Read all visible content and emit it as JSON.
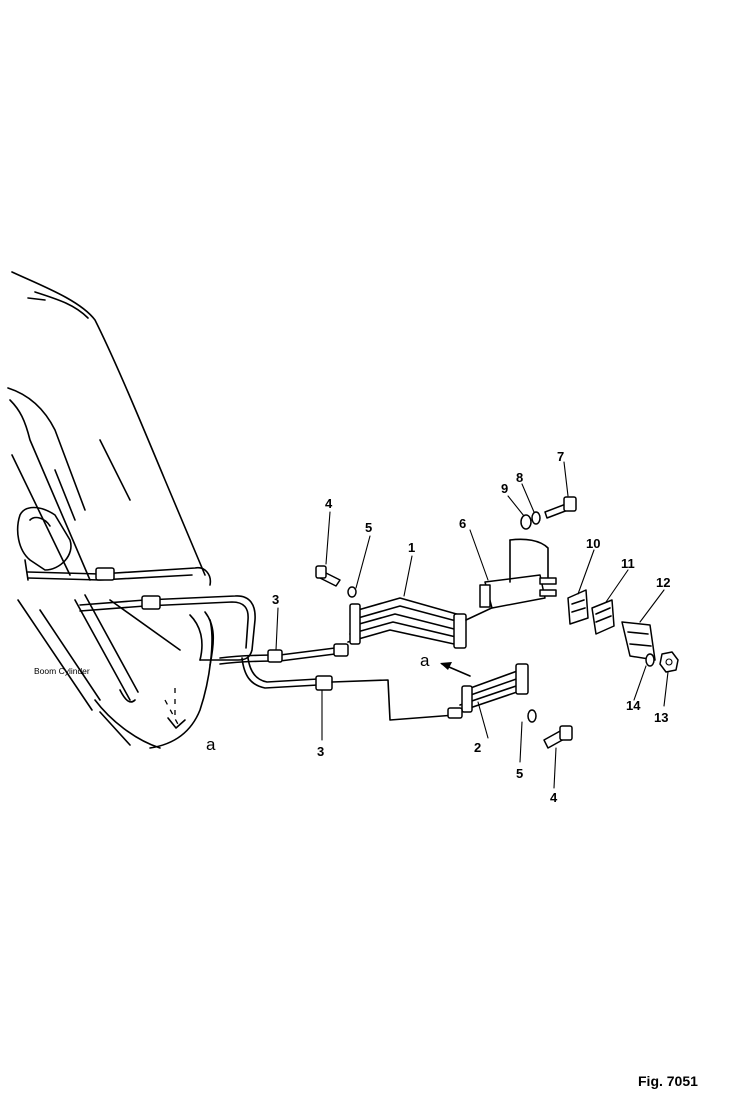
{
  "figure": {
    "label": "Fig. 7051"
  },
  "annotations": {
    "boom_cylinder": "Boom Cylinder",
    "view_a_left": "a",
    "view_a_right": "a"
  },
  "callouts": {
    "c1": "1",
    "c2": "2",
    "c3_top": "3",
    "c3_bottom": "3",
    "c4_top": "4",
    "c4_bottom": "4",
    "c5_top": "5",
    "c5_bottom": "5",
    "c6": "6",
    "c7": "7",
    "c8": "8",
    "c9": "9",
    "c10": "10",
    "c11": "11",
    "c12": "12",
    "c13": "13",
    "c14": "14"
  }
}
